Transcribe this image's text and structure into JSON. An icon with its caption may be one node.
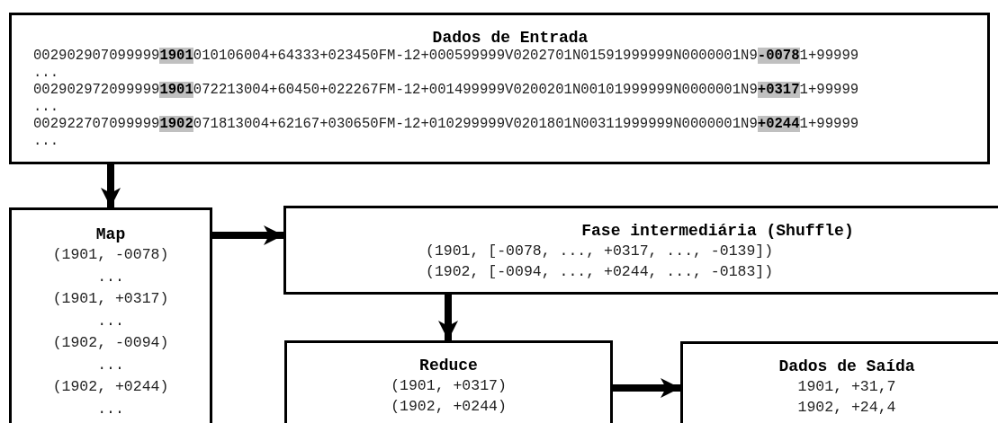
{
  "diagram": {
    "nodes": [
      {
        "text": [
          "Dados de Entrada",
          "002902907099999**1901**010106004+64333+023450FM-12+000599999V0202701N01591999999N0000001N9**-0078**1+99999",
          "...",
          "002902972099999**1901**072213004+60450+022267FM-12+001499999V0200201N00101999999N0000001N9**+0317**1+99999",
          "...",
          "002922707099999**1902**071813004+62167+030650FM-12+010299999V0201801N00311999999N0000001N9**+0244**1+99999",
          "..."
        ]
      },
      {
        "text": [
          "Map",
          "(1901, -0078)",
          "...",
          "(1901, +0317)",
          "...",
          "(1902, -0094)",
          "...",
          "(1902, +0244)",
          "..."
        ]
      },
      {
        "text": [
          "Fase intermediária (Shuffle)",
          "(1901, [-0078, ..., +0317, ..., -0139])",
          "(1902, [-0094, ..., +0244, ..., -0183])"
        ]
      },
      {
        "text": [
          "Reduce",
          "(1901, +0317)",
          "(1902, +0244)"
        ]
      },
      {
        "text": [
          "Dados de Saída",
          "1901, +31,7",
          "1902, +24,4"
        ]
      }
    ],
    "edges": [
      {
        "from": 0,
        "to": 1,
        "arrow": "to"
      },
      {
        "from": 1,
        "to": 2,
        "arrow": "to"
      },
      {
        "from": 2,
        "to": 3,
        "arrow": "to"
      },
      {
        "from": 3,
        "to": 4,
        "arrow": "to"
      }
    ]
  }
}
